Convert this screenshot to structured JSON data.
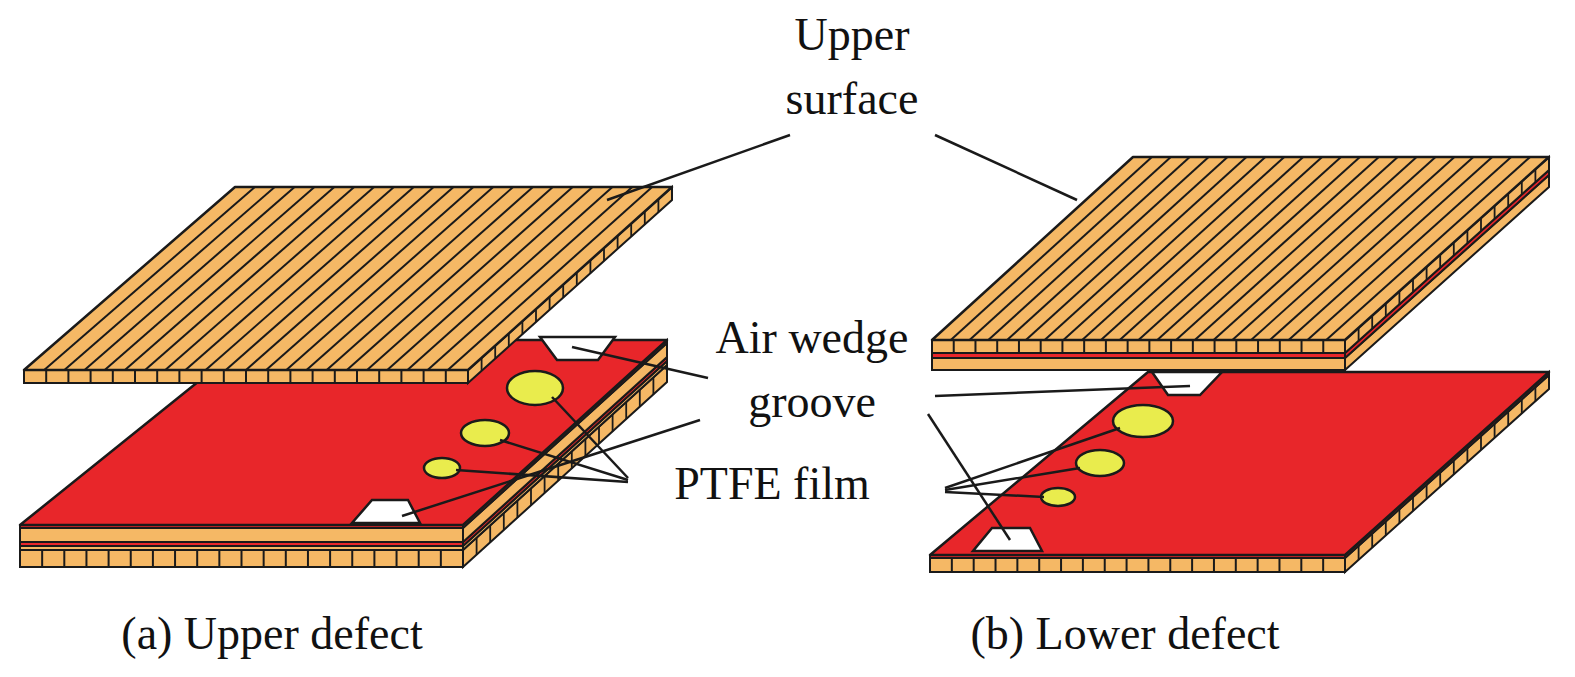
{
  "diagram": {
    "labels": [
      "Upper surface",
      "Air wedge groove",
      "PTFE film",
      "(a) Upper defect",
      "(b) Lower defect"
    ]
  }
}
